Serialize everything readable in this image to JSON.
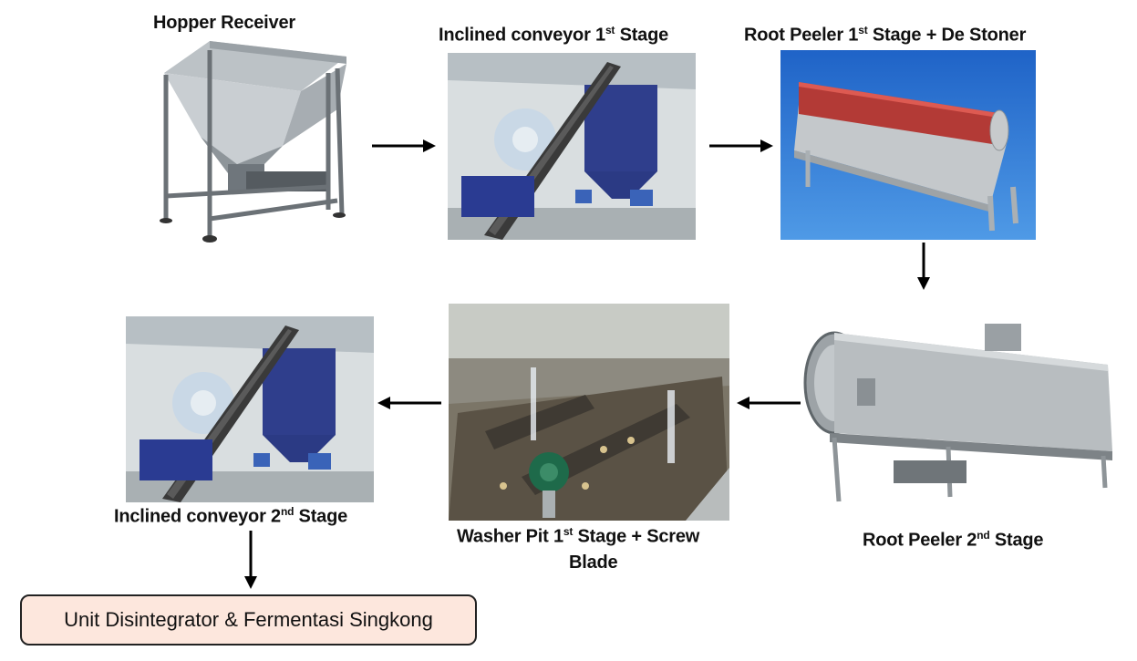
{
  "steps": {
    "hopper": {
      "label": "Hopper Receiver"
    },
    "conveyor1": {
      "prefix": "Inclined conveyor 1",
      "sup": "st",
      "suffix": " Stage"
    },
    "peeler1": {
      "prefix": "Root Peeler 1",
      "sup": "st",
      "suffix": " Stage + De Stoner"
    },
    "peeler2": {
      "prefix": "Root Peeler 2",
      "sup": "nd",
      "suffix": " Stage"
    },
    "washer": {
      "prefix": "Washer Pit 1",
      "sup": "st",
      "suffix": " Stage + Screw",
      "line2": "Blade"
    },
    "conveyor2": {
      "prefix": "Inclined conveyor 2",
      "sup": "nd",
      "suffix": " Stage"
    }
  },
  "final_unit": {
    "label": "Unit Disintegrator & Fermentasi Singkong"
  },
  "colors": {
    "box_fill": "#fde7dd",
    "arrow": "#000000"
  }
}
